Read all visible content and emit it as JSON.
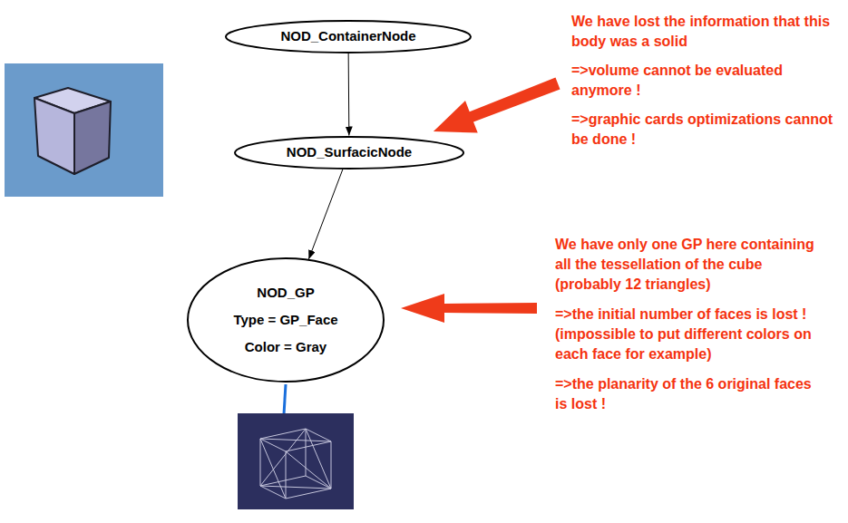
{
  "diagram": {
    "nodes": [
      {
        "text": [
          "NOD_ContainerNode"
        ]
      },
      {
        "text": [
          "NOD_SurfacicNode"
        ]
      },
      {
        "text": [
          "NOD_GP",
          "Type = GP_Face",
          "Color = Gray"
        ]
      }
    ],
    "edges": [
      {
        "from": 0,
        "to": 1,
        "arrow": "to"
      },
      {
        "from": 1,
        "to": 2,
        "arrow": "to"
      }
    ],
    "labels": [
      "We have lost the information that this body was a solid",
      "=>volume cannot be evaluated anymore !",
      "=>graphic cards optimizations cannot be done !",
      "We have only one GP here containing all the tessellation of the cube (probably 12 triangles)",
      "=>the initial number of faces is lost !",
      "(impossible to put different colors on each face for example)",
      "=>the planarity of the 6 original faces is lost !"
    ]
  }
}
